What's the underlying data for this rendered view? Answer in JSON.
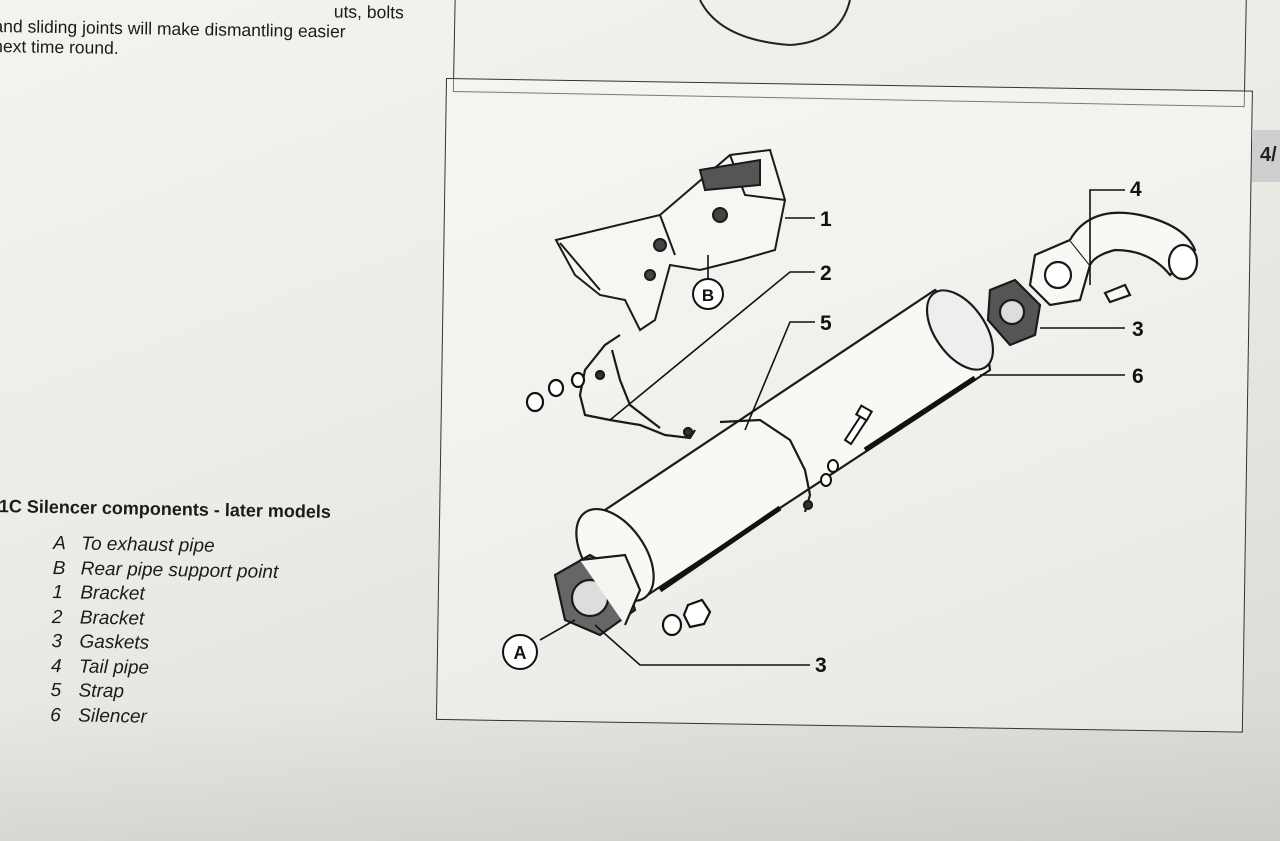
{
  "page": {
    "body_text_lines": [
      "and sliding joints will make dismantling easier",
      "next time round."
    ],
    "body_text_fragment": "uts, bolts",
    "page_tab": "4/"
  },
  "figure": {
    "title": ".1C  Silencer components - later models",
    "legend": [
      {
        "key": "A",
        "label": "To exhaust pipe"
      },
      {
        "key": "B",
        "label": "Rear pipe support point"
      },
      {
        "key": "1",
        "label": "Bracket"
      },
      {
        "key": "2",
        "label": "Bracket"
      },
      {
        "key": "3",
        "label": "Gaskets"
      },
      {
        "key": "4",
        "label": "Tail pipe"
      },
      {
        "key": "5",
        "label": "Strap"
      },
      {
        "key": "6",
        "label": "Silencer"
      }
    ],
    "callouts": {
      "c1": "1",
      "c2": "2",
      "c3a": "3",
      "c3b": "3",
      "c4": "4",
      "c5": "5",
      "c6": "6",
      "cA": "A",
      "cB": "B"
    }
  }
}
